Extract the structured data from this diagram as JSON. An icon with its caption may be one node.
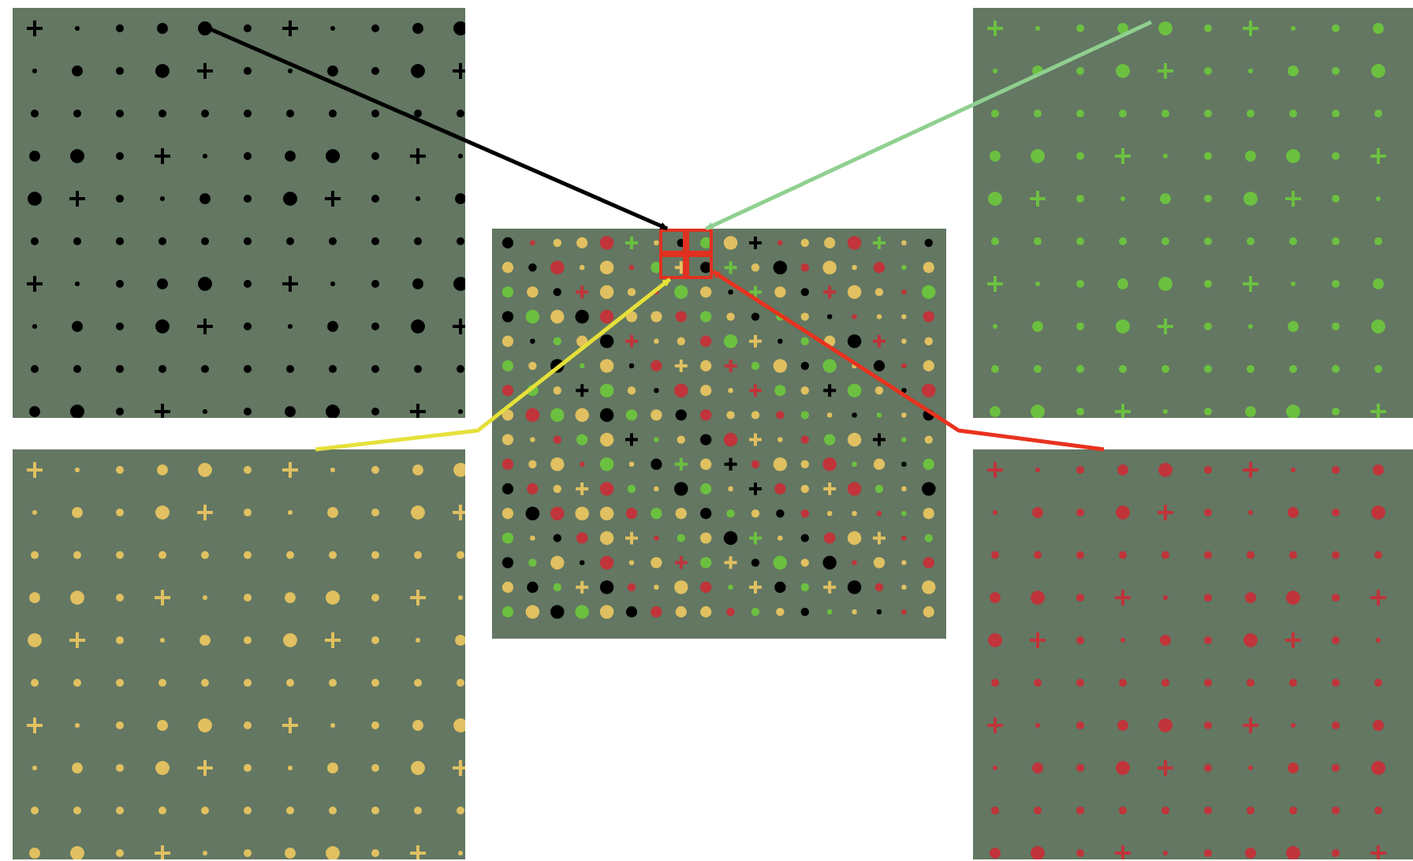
{
  "diagram": {
    "nodes": [
      {
        "text": [],
        "shape": "picture"
      },
      {
        "text": [],
        "shape": "picture"
      },
      {
        "text": [],
        "shape": "picture"
      },
      {
        "text": [],
        "shape": "box",
        "in": 2
      },
      {
        "text": [],
        "shape": "box",
        "in": 2
      },
      {
        "text": [],
        "shape": "box",
        "in": 2
      },
      {
        "text": [],
        "shape": "box",
        "in": 2
      },
      {
        "text": [],
        "shape": "picture"
      },
      {
        "text": [],
        "shape": "picture"
      }
    ],
    "edges": [
      {
        "from": 0,
        "to": 3,
        "arrow": "to",
        "color": "#000000"
      },
      {
        "from": 1,
        "to": 4,
        "arrow": "to",
        "color": "#8fd08f"
      },
      {
        "from": 7,
        "to": 5,
        "arrow": "to",
        "color": "#e6e03a"
      },
      {
        "from": 8,
        "to": 6,
        "arrow": "to",
        "color": "#e8321e"
      }
    ]
  }
}
